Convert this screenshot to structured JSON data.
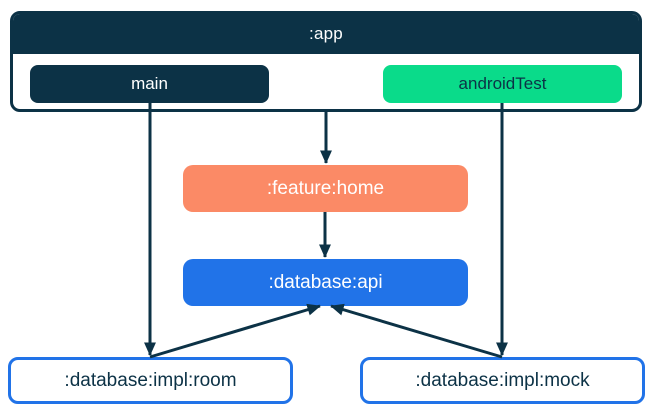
{
  "diagram": {
    "app_container": {
      "label": ":app",
      "source_sets": [
        {
          "id": "main",
          "label": "main"
        },
        {
          "id": "androidTest",
          "label": "androidTest"
        }
      ]
    },
    "modules": [
      {
        "id": "feature-home",
        "label": ":feature:home"
      },
      {
        "id": "database-api",
        "label": ":database:api"
      },
      {
        "id": "database-impl-room",
        "label": ":database:impl:room"
      },
      {
        "id": "database-impl-mock",
        "label": ":database:impl:mock"
      }
    ],
    "edges": [
      {
        "from": ":app",
        "to": ":feature:home"
      },
      {
        "from": "main",
        "to": ":database:impl:room"
      },
      {
        "from": "androidTest",
        "to": ":database:impl:mock"
      },
      {
        "from": ":feature:home",
        "to": ":database:api"
      },
      {
        "from": ":database:impl:room",
        "to": ":database:api"
      },
      {
        "from": ":database:impl:mock",
        "to": ":database:api"
      }
    ],
    "colors": {
      "navy": "#0c3246",
      "green": "#0adb8a",
      "coral": "#fb8a66",
      "blue": "#2173e8",
      "white": "#ffffff"
    }
  }
}
